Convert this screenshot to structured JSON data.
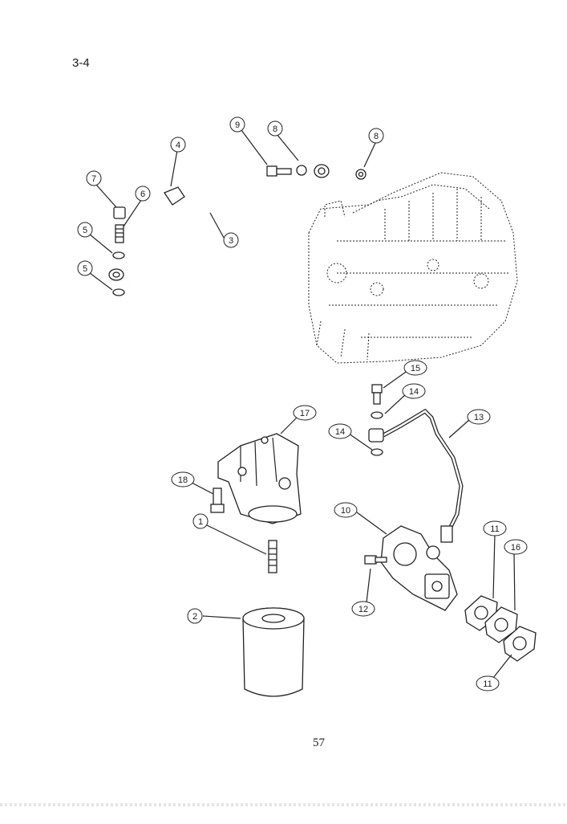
{
  "page": {
    "section_ref": "3-4",
    "page_number": "57"
  },
  "callouts": [
    {
      "id": "c9a",
      "label": "9"
    },
    {
      "id": "c8a",
      "label": "8"
    },
    {
      "id": "c8b",
      "label": "8"
    },
    {
      "id": "c4",
      "label": "4"
    },
    {
      "id": "c7",
      "label": "7"
    },
    {
      "id": "c6",
      "label": "6"
    },
    {
      "id": "c5a",
      "label": "5"
    },
    {
      "id": "c5b",
      "label": "5"
    },
    {
      "id": "c3",
      "label": "3"
    },
    {
      "id": "c15",
      "label": "15"
    },
    {
      "id": "c14a",
      "label": "14"
    },
    {
      "id": "c13",
      "label": "13"
    },
    {
      "id": "c14b",
      "label": "14"
    },
    {
      "id": "c17",
      "label": "17"
    },
    {
      "id": "c18",
      "label": "18"
    },
    {
      "id": "c1",
      "label": "1"
    },
    {
      "id": "c10",
      "label": "10"
    },
    {
      "id": "c11a",
      "label": "11"
    },
    {
      "id": "c16",
      "label": "16"
    },
    {
      "id": "c12",
      "label": "12"
    },
    {
      "id": "c2",
      "label": "2"
    },
    {
      "id": "c11b",
      "label": "11"
    }
  ]
}
